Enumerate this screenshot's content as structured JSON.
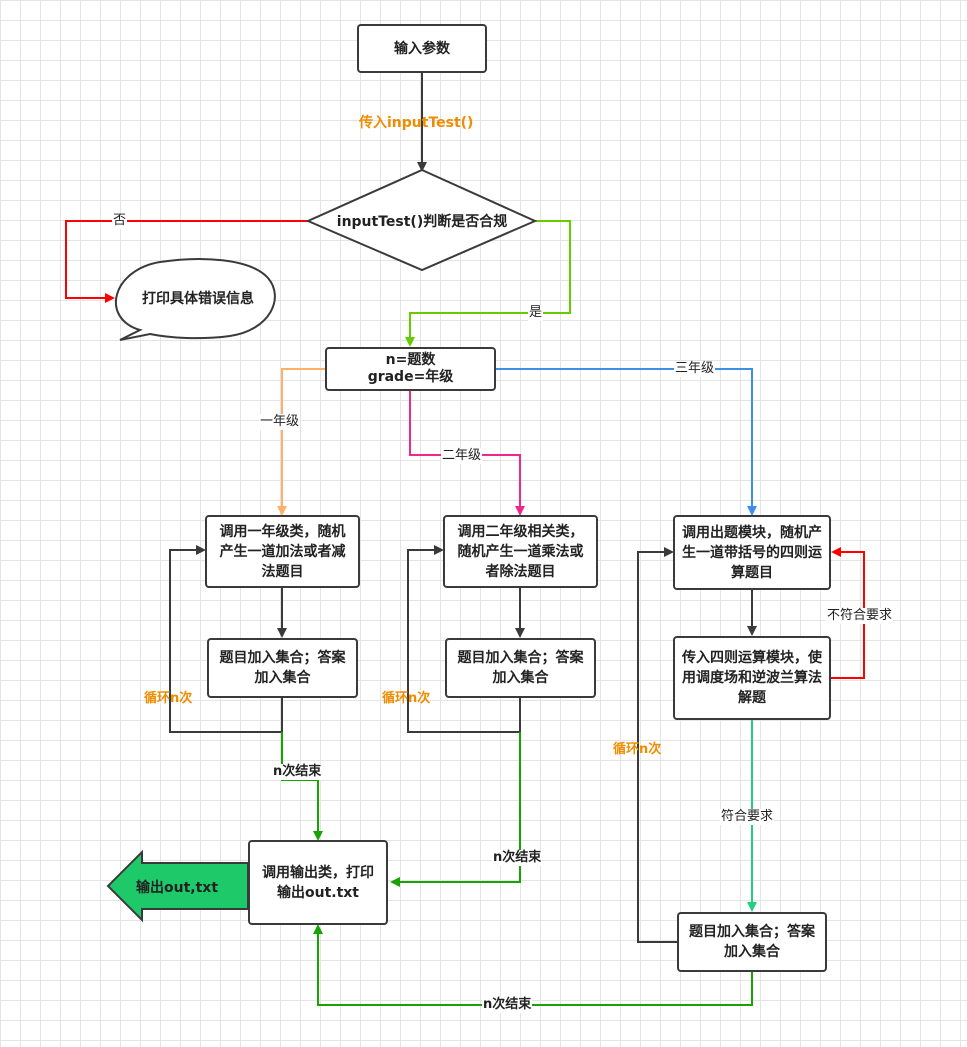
{
  "nodes": {
    "input_params": "输入参数",
    "decision": "inputTest()判断是否合规",
    "error_message": "打印具体错误信息",
    "n_grade_line1": "n=题数",
    "n_grade_line2": "grade=年级",
    "grade1_call": "调用一年级类，随机产生一道加法或者减法题目",
    "grade1_collect": "题目加入集合；答案加入集合",
    "grade2_call": "调用二年级相关类，随机产生一道乘法或者除法题目",
    "grade2_collect": "题目加入集合；答案加入集合",
    "grade3_call": "调用出题模块，随机产生一道带括号的四则运算题目",
    "grade3_solve": "传入四则运算模块，使用调度场和逆波兰算法解题",
    "grade3_collect": "题目加入集合；答案加入集合",
    "output_call": "调用输出类，打印输出out.txt",
    "output_arrow": "输出out,txt"
  },
  "edge_labels": {
    "pass_input": "传入inputTest()",
    "no": "否",
    "yes": "是",
    "grade1": "一年级",
    "grade2": "二年级",
    "grade3": "三年级",
    "loop1": "循环n次",
    "loop2": "循环n次",
    "loop3": "循环n次",
    "n_done1": "n次结束",
    "n_done2": "n次结束",
    "n_done3": "n次结束",
    "not_meet": "不符合要求",
    "meet": "符合要求"
  },
  "colors": {
    "dark": "#3a3a3a",
    "red": "#ff0000",
    "green_yes": "#66cc00",
    "orange_line": "#ffb066",
    "pink": "#f0288c",
    "blue": "#3d8fe6",
    "green_flow": "#17a300",
    "green_meet": "#1fd080",
    "orange_text": "#f08c00",
    "output_fill": "#1ec96a"
  }
}
